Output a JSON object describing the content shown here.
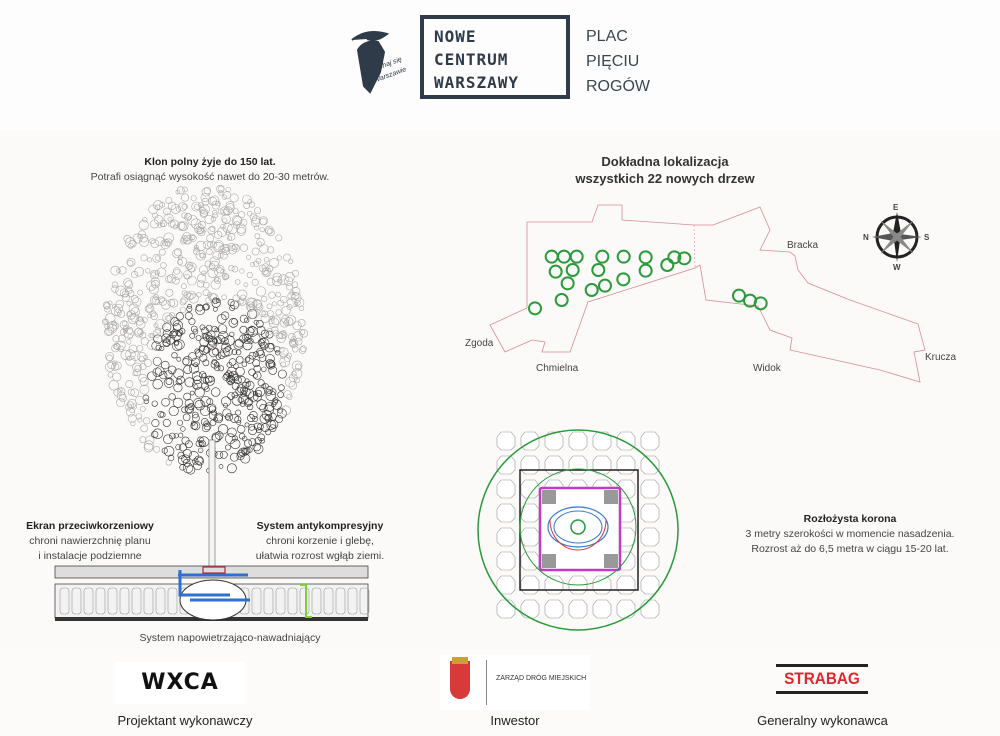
{
  "header": {
    "zakochaj_logo": "zakochaj się w Warszawie",
    "ncw_logo": [
      "NOWE",
      "CENTRUM",
      "WARSZAWY"
    ],
    "place": [
      "PLAC",
      "PIĘCIU",
      "ROGÓW"
    ]
  },
  "tree_info": {
    "title": "Klon polny żyje do 150 lat.",
    "text": "Potrafi osiągnąć wysokość nawet do 20-30 metrów."
  },
  "root_screen": {
    "title": "Ekran przeciwkorzeniowy",
    "lines": [
      "chroni nawierzchnię planu",
      "i instalacje podziemne"
    ]
  },
  "anticompression": {
    "title": "System antykompresyjny",
    "lines": [
      "chroni korzenie i glebę,",
      "ułatwia rozrost wgłąb ziemi."
    ]
  },
  "irrigation": {
    "title": "System napowietrzająco-nawadniający"
  },
  "map": {
    "title": [
      "Dokładna lokalizacja",
      "wszystkich 22 nowych drzew"
    ],
    "tree_count": 22,
    "streets": {
      "zgoda": "Zgoda",
      "chmielna": "Chmielna",
      "widok": "Widok",
      "bracka": "Bracka",
      "krucza": "Krucza"
    },
    "compass": {
      "n": "N",
      "e": "E",
      "s": "S",
      "w": "W"
    }
  },
  "crown": {
    "title": "Rozłożysta korona",
    "lines": [
      "3 metry szerokości w momencie nasadzenia.",
      "Rozrost aż do 6,5 metra w ciągu 15-20 lat."
    ]
  },
  "footer": {
    "designer": {
      "logo": "WXCA",
      "label": "Projektant wykonawczy"
    },
    "investor": {
      "logo": "ZARZĄD DRÓG MIEJSKICH",
      "label": "Inwestor"
    },
    "contractor": {
      "logo": "STRABAG",
      "label": "Generalny wykonawca"
    }
  },
  "colors": {
    "tree_green": "#2a9a3a",
    "outline": "#d88a94",
    "navy": "#2f3b48",
    "strabag": "#e4262c"
  }
}
